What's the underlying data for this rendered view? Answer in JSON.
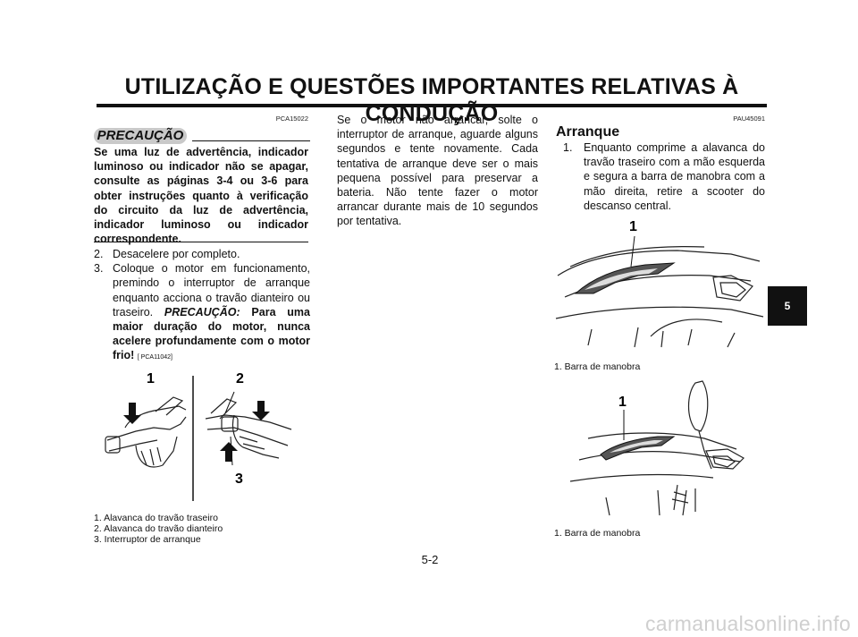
{
  "header": {
    "title": "UTILIZAÇÃO E QUESTÕES IMPORTANTES RELATIVAS À CONDUÇÃO"
  },
  "left": {
    "caution_code": "PCA15022",
    "caution_label": "PRECAUÇÃO",
    "caution_text": "Se uma luz de advertência, indicador luminoso ou indicador não se apagar, consulte as páginas 3-4 ou 3-6 para obter instruções quanto à verificação do circuito da luz de advertência, indicador luminoso ou indicador correspondente.",
    "steps": [
      {
        "num": "2.",
        "text": "Desacelere por completo."
      },
      {
        "num": "3.",
        "text": "Coloque o motor em funcionamento, premindo o interruptor de arranque enquanto acciona o travão dianteiro ou traseiro.",
        "caution_inline": "PRECAUÇÃO:",
        "caution_bold": "Para uma maior duração do motor, nunca acelere profundamente com o motor frio!",
        "caution_code": "[ PCA11042]"
      }
    ],
    "figure": {
      "callouts": [
        "1",
        "2",
        "3"
      ],
      "captions": [
        "1. Alavanca do travão traseiro",
        "2. Alavanca do travão dianteiro",
        "3. Interruptor de arranque"
      ]
    }
  },
  "middle": {
    "text": "Se o motor não arrancar, solte o interruptor de arranque, aguarde alguns segundos e tente novamente. Cada tentativa de arranque deve ser o mais pequena possível para preservar a bateria. Não tente fazer o motor arrancar durante mais de 10 segundos por tentativa."
  },
  "right": {
    "code": "PAU45091",
    "heading": "Arranque",
    "step": {
      "num": "1.",
      "text": "Enquanto comprime a alavanca do travão traseiro com a mão esquerda e segura a barra de manobra com a mão direita, retire a scooter do descanso central."
    },
    "figure1": {
      "callout": "1",
      "caption": "1. Barra de manobra"
    },
    "figure2": {
      "callout": "1",
      "caption": "1. Barra de manobra"
    }
  },
  "chapter_tab": "5",
  "page_number": "5-2",
  "watermark": "carmanualsonline.info"
}
